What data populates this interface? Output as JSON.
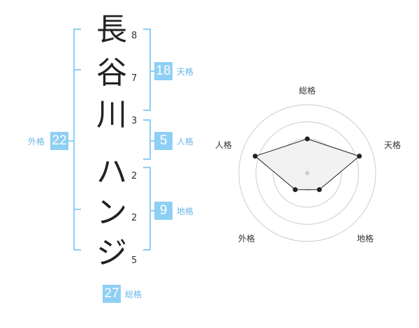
{
  "name": {
    "chars": [
      "長",
      "谷",
      "川",
      "ハ",
      "ン",
      "ジ"
    ],
    "strokes": [
      "8",
      "7",
      "3",
      "2",
      "2",
      "5"
    ]
  },
  "grades": {
    "tenkaku": {
      "label": "天格",
      "value": "18"
    },
    "jinkaku": {
      "label": "人格",
      "value": "5"
    },
    "chikaku": {
      "label": "地格",
      "value": "9"
    },
    "gaikaku": {
      "label": "外格",
      "value": "22"
    },
    "soukaku": {
      "label": "総格",
      "value": "27"
    }
  },
  "bracket_color": "#8ecff4",
  "chart_data": {
    "type": "radar",
    "axes": [
      "総格",
      "天格",
      "地格",
      "外格",
      "人格"
    ],
    "values": [
      2.5,
      4,
      1.5,
      1.5,
      4
    ],
    "rmax": 5,
    "rings": 4,
    "grid_color": "#cccccc",
    "fill_color": "#f2f2f2",
    "line_color": "#222222"
  }
}
